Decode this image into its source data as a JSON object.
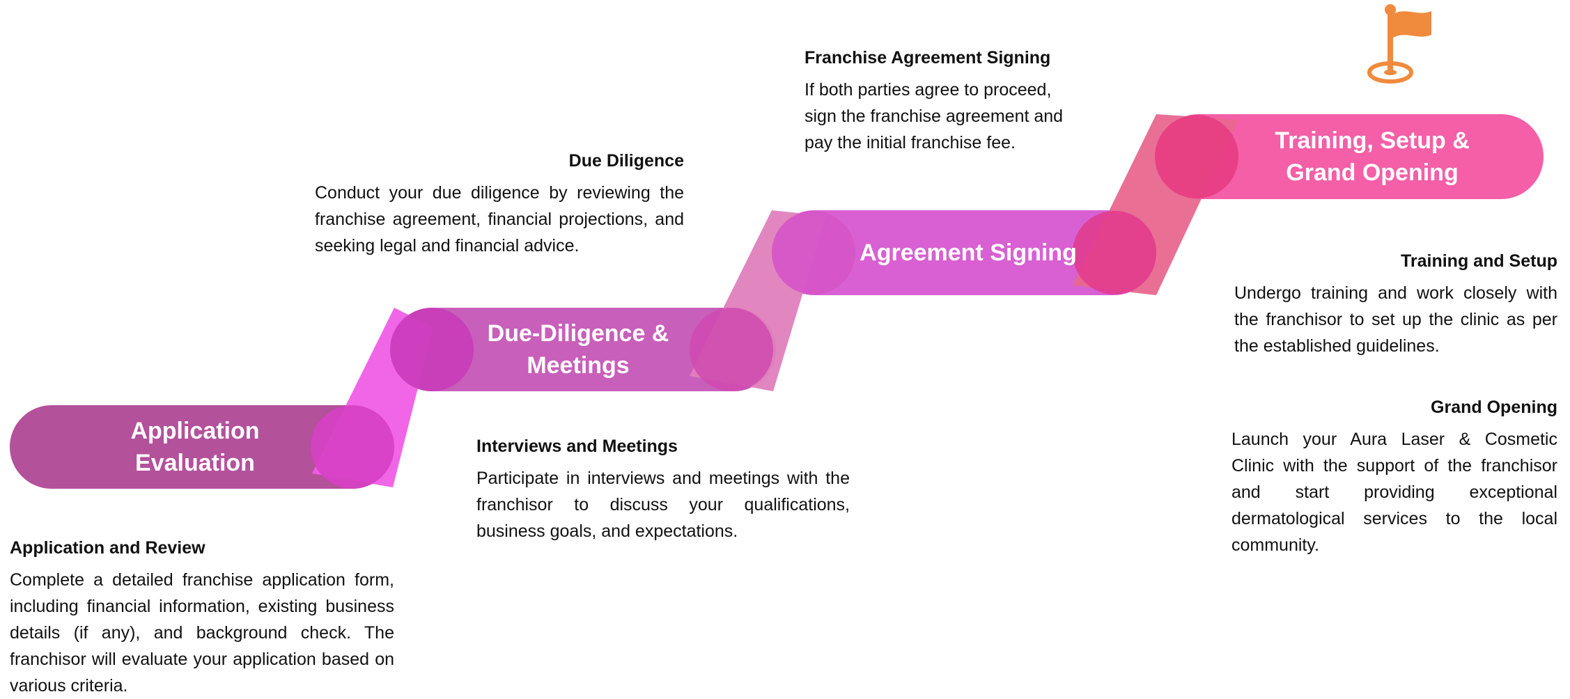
{
  "colors": {
    "step1": "#b3519b",
    "step2": "#c85fba",
    "step3": "#d860d2",
    "step4": "#f45fa7",
    "conn1": "#f05de6",
    "conn2": "#e07fbd",
    "conn3": "#e8678f",
    "node": "#d640c4",
    "flag": "#f08a3c"
  },
  "steps": [
    {
      "line1": "Application",
      "line2": "Evaluation"
    },
    {
      "line1": "Due-Diligence &",
      "line2": "Meetings"
    },
    {
      "line1": "Agreement Signing",
      "line2": ""
    },
    {
      "line1": "Training, Setup &",
      "line2": "Grand Opening"
    }
  ],
  "blocks": {
    "application_review": {
      "heading": "Application and Review",
      "body": "Complete a detailed franchise application form, including financial information, existing business details (if any), and background check. The franchisor will evaluate your application based on various criteria."
    },
    "due_diligence": {
      "heading": "Due Diligence",
      "body": "Conduct your due diligence by reviewing the franchise agreement, financial projections, and seeking legal and financial advice."
    },
    "interviews": {
      "heading": "Interviews and Meetings",
      "body": "Participate in interviews and meetings with the franchisor to discuss your qualifications, business goals, and expectations."
    },
    "agreement_signing": {
      "heading": "Franchise Agreement Signing",
      "body": "If both parties agree to proceed, sign the franchise agreement and pay the initial franchise fee."
    },
    "training_setup": {
      "heading": "Training and Setup",
      "body": "Undergo training and work closely with the franchisor to set up the clinic as per the established guidelines."
    },
    "grand_opening": {
      "heading": "Grand Opening",
      "body": "Launch your Aura Laser & Cosmetic Clinic with the support of the franchisor and start providing exceptional dermatological services to the local community."
    }
  },
  "flag_icon": "flag-icon"
}
